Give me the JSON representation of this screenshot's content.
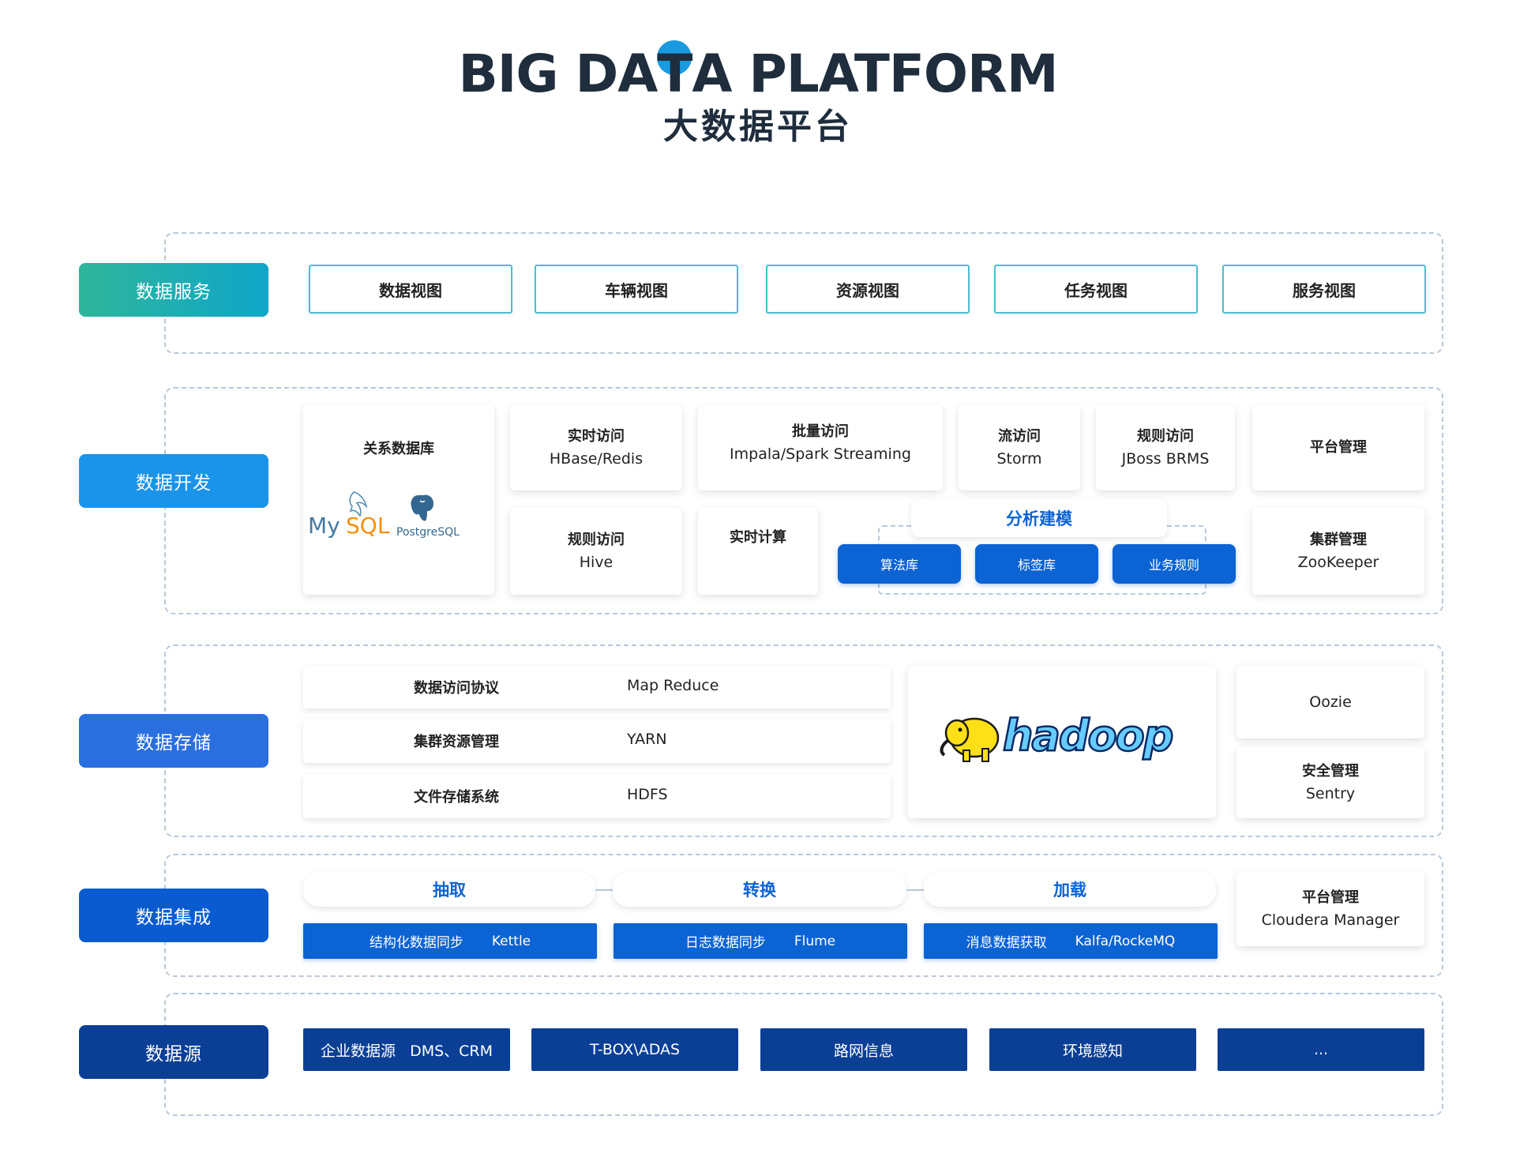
{
  "header": {
    "title_en_a": "BIG DA",
    "title_en_t": "T",
    "title_en_b": "A PLATFORM",
    "title_cn": "大数据平台"
  },
  "colors": {
    "service_label_gradient": [
      "#2fb59a",
      "#0fa6c9"
    ],
    "dev_label": "#1a93ea",
    "storage_label": "#2a6fe0",
    "integration_label": "#0b5bd0",
    "source_label": "#0b3f96",
    "chip_blue": "#0b63d4",
    "source_blue": "#0b3f96",
    "view_border": "#4bbfd0",
    "dashed_border": "#b8c8d8"
  },
  "layers": {
    "service": {
      "label": "数据服务",
      "views": [
        "数据视图",
        "车辆视图",
        "资源视图",
        "任务视图",
        "服务视图"
      ]
    },
    "dev": {
      "label": "数据开发",
      "rdb": {
        "title": "关系数据库",
        "mysql_logo_text_a": "My",
        "mysql_logo_text_b": "SQL",
        "pg_logo_text": "PostgreSQL"
      },
      "realtime_access": {
        "title": "实时访问",
        "value": "HBase/Redis"
      },
      "batch_access": {
        "title": "批量访问",
        "value": "Impala/Spark Streaming"
      },
      "stream_access": {
        "title": "流访问",
        "value": "Storm"
      },
      "rule_access_top": {
        "title": "规则访问",
        "value": "JBoss BRMS"
      },
      "platform_mgmt": {
        "title": "平台管理"
      },
      "rule_access_hive": {
        "title": "规则访问",
        "value": "Hive"
      },
      "realtime_compute": {
        "title": "实时计算"
      },
      "analysis": {
        "title": "分析建模",
        "chips": [
          "算法库",
          "标签库",
          "业务规则"
        ]
      },
      "cluster_mgmt": {
        "title": "集群管理",
        "value": "ZooKeeper"
      }
    },
    "storage": {
      "label": "数据存储",
      "rows": [
        {
          "key": "数据访问协议",
          "value": "Map Reduce"
        },
        {
          "key": "集群资源管理",
          "value": "YARN"
        },
        {
          "key": "文件存储系统",
          "value": "HDFS"
        }
      ],
      "hadoop_logo_text": "hadoop",
      "oozie": "Oozie",
      "security": {
        "title": "安全管理",
        "value": "Sentry"
      }
    },
    "integration": {
      "label": "数据集成",
      "stages": [
        "抽取",
        "转换",
        "加载"
      ],
      "bars": [
        {
          "name": "结构化数据同步",
          "tool": "Kettle"
        },
        {
          "name": "日志数据同步",
          "tool": "Flume"
        },
        {
          "name": "消息数据获取",
          "tool": "Kalfa/RockeMQ"
        }
      ],
      "platform_mgmt": {
        "title": "平台管理",
        "value": "Cloudera Manager"
      }
    },
    "source": {
      "label": "数据源",
      "items": [
        "企业数据源   DMS、CRM",
        "T-BOX\\ADAS",
        "路网信息",
        "环境感知",
        "..."
      ]
    }
  }
}
